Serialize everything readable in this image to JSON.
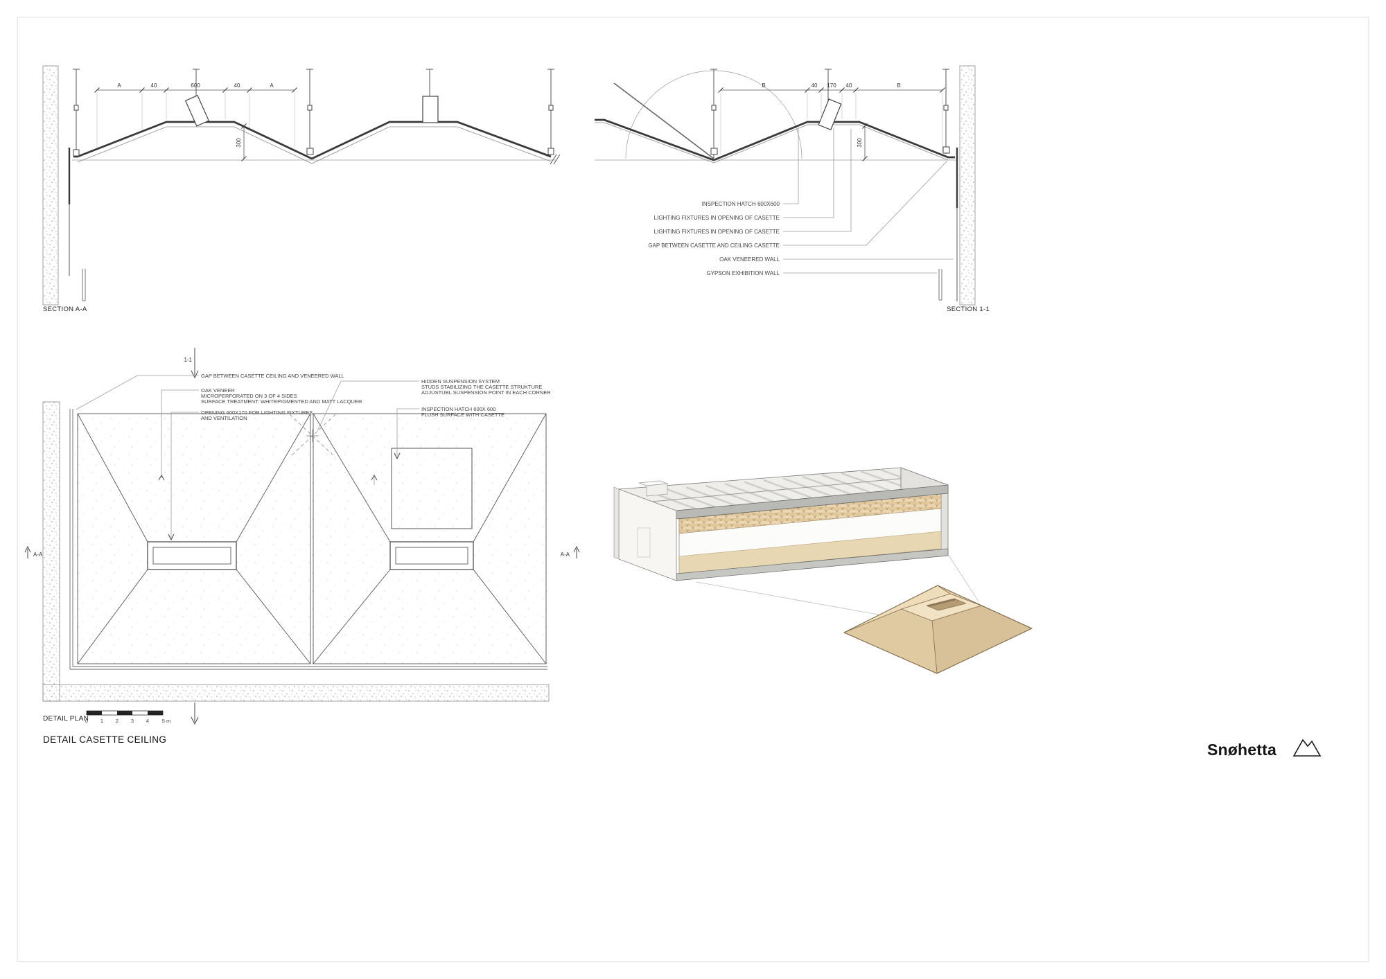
{
  "sheet": {
    "title": "DETAIL CASETTE CEILING"
  },
  "brand": {
    "name": "Snøhetta"
  },
  "section_aa": {
    "label": "SECTION A-A",
    "dims": {
      "a1": "A",
      "w1": "40",
      "mid": "600",
      "w2": "40",
      "a2": "A",
      "h": "300"
    }
  },
  "section_11": {
    "label": "SECTION 1-1",
    "dims": {
      "b1": "B",
      "w1": "40",
      "mid": "170",
      "w2": "40",
      "b2": "B",
      "h": "300"
    },
    "annotations": [
      "INSPECTION HATCH 600X600",
      "LIGHTING FIXTURES IN OPENING OF CASETTE",
      "LIGHTING FIXTURES IN OPENING OF CASETTE",
      "GAP BETWEEN CASETTE AND CEILING CASETTE",
      "OAK VENEERED WALL",
      "GYPSON EXHIBITION WALL"
    ]
  },
  "plan": {
    "label": "DETAIL PLAN",
    "marker_top": "1-1",
    "marker_left": "A-A",
    "marker_right": "A-A",
    "ann_gap": "GAP BETWEEN CASETTE CEILING AND VENEERED WALL",
    "ann_oak": [
      "OAK VENEER",
      "MICROPERFORATED ON 3 OF 4 SIDES",
      "SURFACE TREATMENT: WHITEPIGMENTED AND MATT LACQUER"
    ],
    "ann_opening": [
      "OPENING  600X170 FOR LIGHTING FIXTURES",
      "AND VENTILATION"
    ],
    "ann_suspension": [
      "HIDDEN SUSPENSION SYSTEM",
      "STUDS STABILIZING THE CASETTE STRUKTURE",
      "ADJUSTUBL SUSPENSION POINT IN EACH CORNER"
    ],
    "ann_hatch": [
      "INSPECTION HATCH 600X 600",
      "FLUSH SURFACE WITH CASETTE"
    ],
    "scale_ticks": [
      "0",
      "1",
      "2",
      "3",
      "4"
    ],
    "scale_unit": "5 m"
  },
  "colors": {
    "pyramid_nw": "#eedcba",
    "pyramid_ne": "#e6d0a8",
    "pyramid_se": "#d8c098",
    "pyramid_sw": "#e0caa2",
    "pyramid_top": "#f1e3c4",
    "pyramid_hole": "#b69c74",
    "floor": "#e7d7b2",
    "frame_grey": "#b9b9b6",
    "top_face": "#efeeea"
  }
}
